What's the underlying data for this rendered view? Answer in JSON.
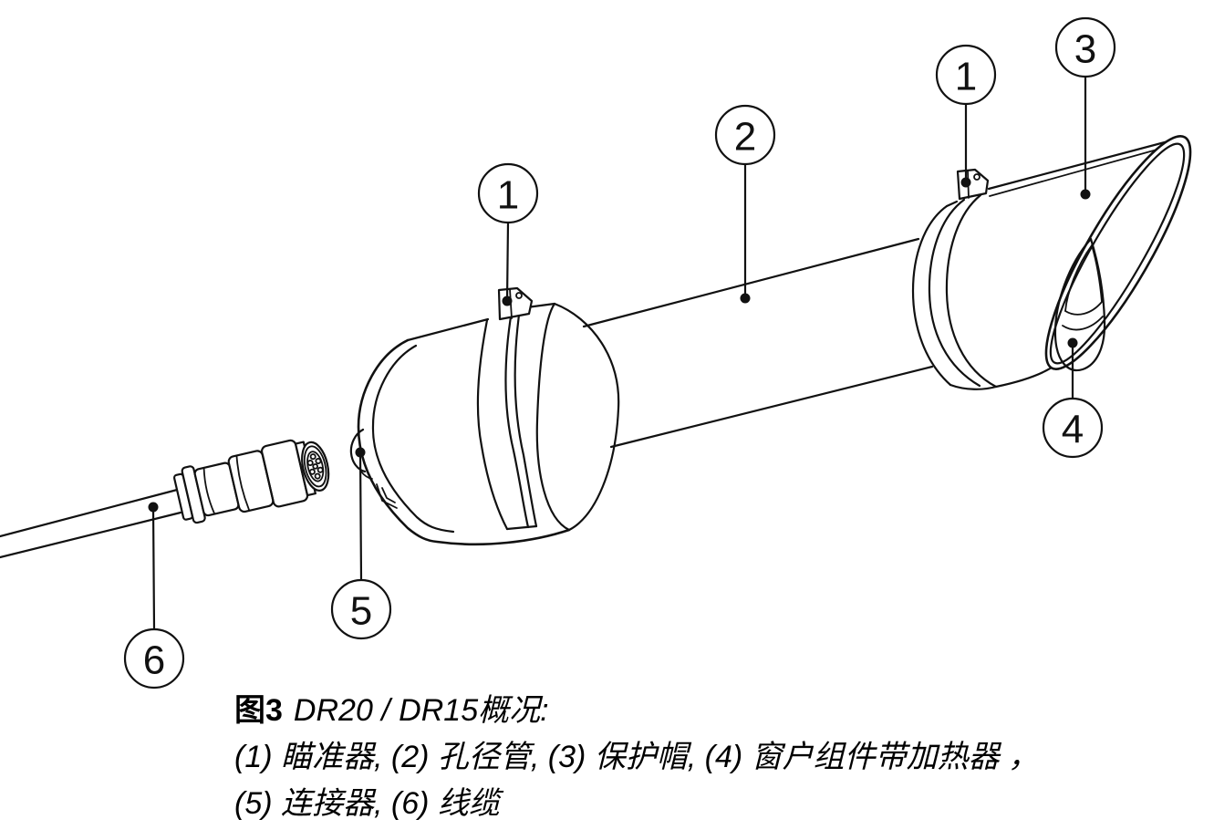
{
  "figure": {
    "type": "technical-line-drawing",
    "caption": {
      "figure_label": "图3",
      "title": "DR20 / DR15概况:",
      "parts_line_1": "(1) 瞄准器, (2) 孔径管, (3) 保护帽, (4) 窗户组件带加热器 ，",
      "parts_line_2": "(5) 连接器, (6) 线缆"
    },
    "callouts": [
      {
        "id": "sight-front",
        "label": "1"
      },
      {
        "id": "aperture-tube",
        "label": "2"
      },
      {
        "id": "sight-rear",
        "label": "1"
      },
      {
        "id": "protective-cap",
        "label": "3"
      },
      {
        "id": "window-assembly",
        "label": "4"
      },
      {
        "id": "connector",
        "label": "5"
      },
      {
        "id": "cable",
        "label": "6"
      }
    ],
    "colors": {
      "ink": "#111111",
      "background": "#ffffff"
    }
  }
}
